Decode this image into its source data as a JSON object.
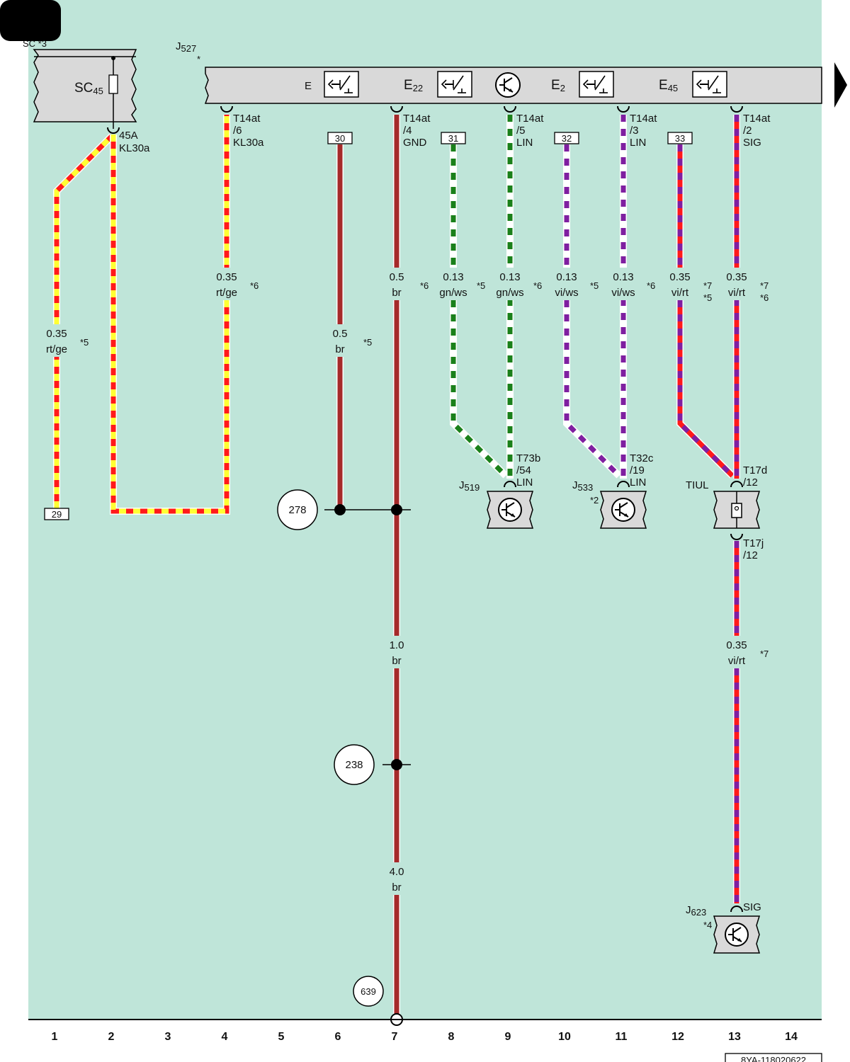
{
  "colors": {
    "background": "#bfe5d9",
    "red": "#ff1a1a",
    "yellow": "#ffff33",
    "brown": "#a52a2a",
    "green": "#1a801a",
    "white": "#ffffff",
    "violet": "#7f1fa0",
    "panel": "#d9d9d9"
  },
  "header": {
    "sc_ref": "SC *3",
    "sc45": "SC",
    "sc45_sub": "45",
    "j527": "J",
    "j527_sub": "527",
    "j527_star": "*",
    "switch_e": "E",
    "switch_e22": "E",
    "switch_e22_sub": "22",
    "switch_e2": "E",
    "switch_e2_sub": "2",
    "switch_e45": "E",
    "switch_e45_sub": "45"
  },
  "pins": {
    "sc45_pin": [
      "45A",
      "KL30a"
    ],
    "t14_6": [
      "T14at",
      "/6",
      "KL30a"
    ],
    "t14_4": [
      "T14at",
      "/4",
      "GND"
    ],
    "t14_5": [
      "T14at",
      "/5",
      "LIN"
    ],
    "t14_3": [
      "T14at",
      "/3",
      "LIN"
    ],
    "t14_2": [
      "T14at",
      "/2",
      "SIG"
    ],
    "t73b": [
      "T73b",
      "/54",
      "LIN"
    ],
    "t32c": [
      "T32c",
      "/19",
      "LIN"
    ],
    "t17d": [
      "T17d",
      "/12"
    ],
    "t17j": [
      "T17j",
      "/12"
    ],
    "j623_sig": "SIG"
  },
  "wires": [
    {
      "size": "0.35",
      "color": "rt/ge",
      "note": "*5"
    },
    {
      "size": "0.35",
      "color": "rt/ge",
      "note": "*6"
    },
    {
      "size": "0.5",
      "color": "br",
      "note": "*5"
    },
    {
      "size": "0.5",
      "color": "br",
      "note": "*6"
    },
    {
      "size": "0.13",
      "color": "gn/ws",
      "note": "*5"
    },
    {
      "size": "0.13",
      "color": "gn/ws",
      "note": "*6"
    },
    {
      "size": "0.13",
      "color": "vi/ws",
      "note": "*5"
    },
    {
      "size": "0.13",
      "color": "vi/ws",
      "note": "*6"
    },
    {
      "size": "0.35",
      "color": "vi/rt",
      "note": "*7",
      "note2": "*5"
    },
    {
      "size": "0.35",
      "color": "vi/rt",
      "note": "*7",
      "note2": "*6"
    },
    {
      "size": "1.0",
      "color": "br"
    },
    {
      "size": "4.0",
      "color": "br"
    },
    {
      "size": "0.35",
      "color": "vi/rt",
      "note": "*7"
    }
  ],
  "connectors": {
    "c29": "29",
    "c30": "30",
    "c31": "31",
    "c32": "32",
    "c33": "33"
  },
  "ground_points": {
    "g278": "278",
    "g238": "238",
    "g639": "639"
  },
  "components": {
    "j519": "J",
    "j519_sub": "519",
    "j533": "J",
    "j533_sub": "533",
    "j533_note": "*2",
    "tiul": "TIUL",
    "j623": "J",
    "j623_sub": "623",
    "j623_note": "*4"
  },
  "columns": [
    "1",
    "2",
    "3",
    "4",
    "5",
    "6",
    "7",
    "8",
    "9",
    "10",
    "11",
    "12",
    "13",
    "14"
  ],
  "footer_code": "8YA-118020622"
}
